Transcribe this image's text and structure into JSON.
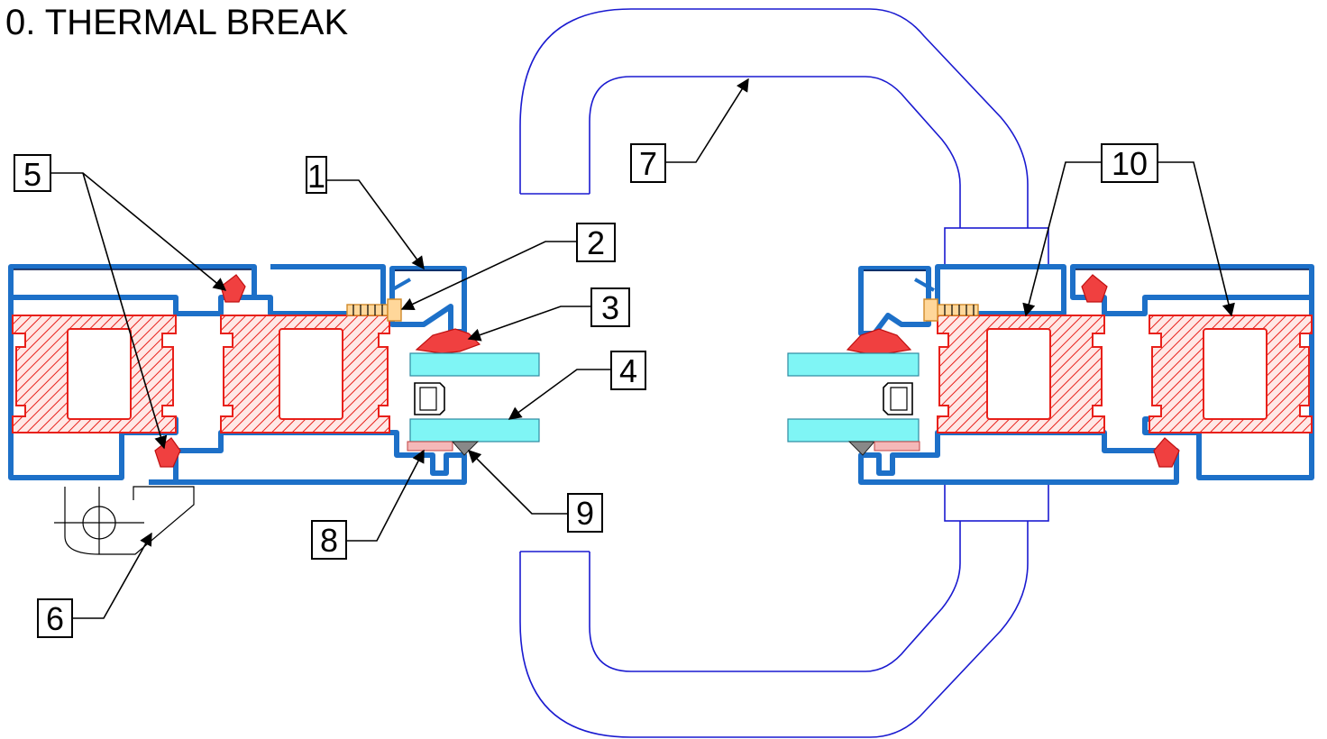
{
  "title": "0. THERMAL BREAK",
  "callouts": [
    {
      "id": "c1",
      "label": "1"
    },
    {
      "id": "c2",
      "label": "2"
    },
    {
      "id": "c3",
      "label": "3"
    },
    {
      "id": "c4",
      "label": "4"
    },
    {
      "id": "c5",
      "label": "5"
    },
    {
      "id": "c6",
      "label": "6"
    },
    {
      "id": "c7",
      "label": "7"
    },
    {
      "id": "c8",
      "label": "8"
    },
    {
      "id": "c9",
      "label": "9"
    },
    {
      "id": "c10",
      "label": "10"
    }
  ],
  "colors": {
    "aluminium": "#1d70c8",
    "thermal_break": "#e8201a",
    "glass": "#7ff5f5",
    "handle": "#1a1ad0",
    "screw": "#ffd79a"
  }
}
